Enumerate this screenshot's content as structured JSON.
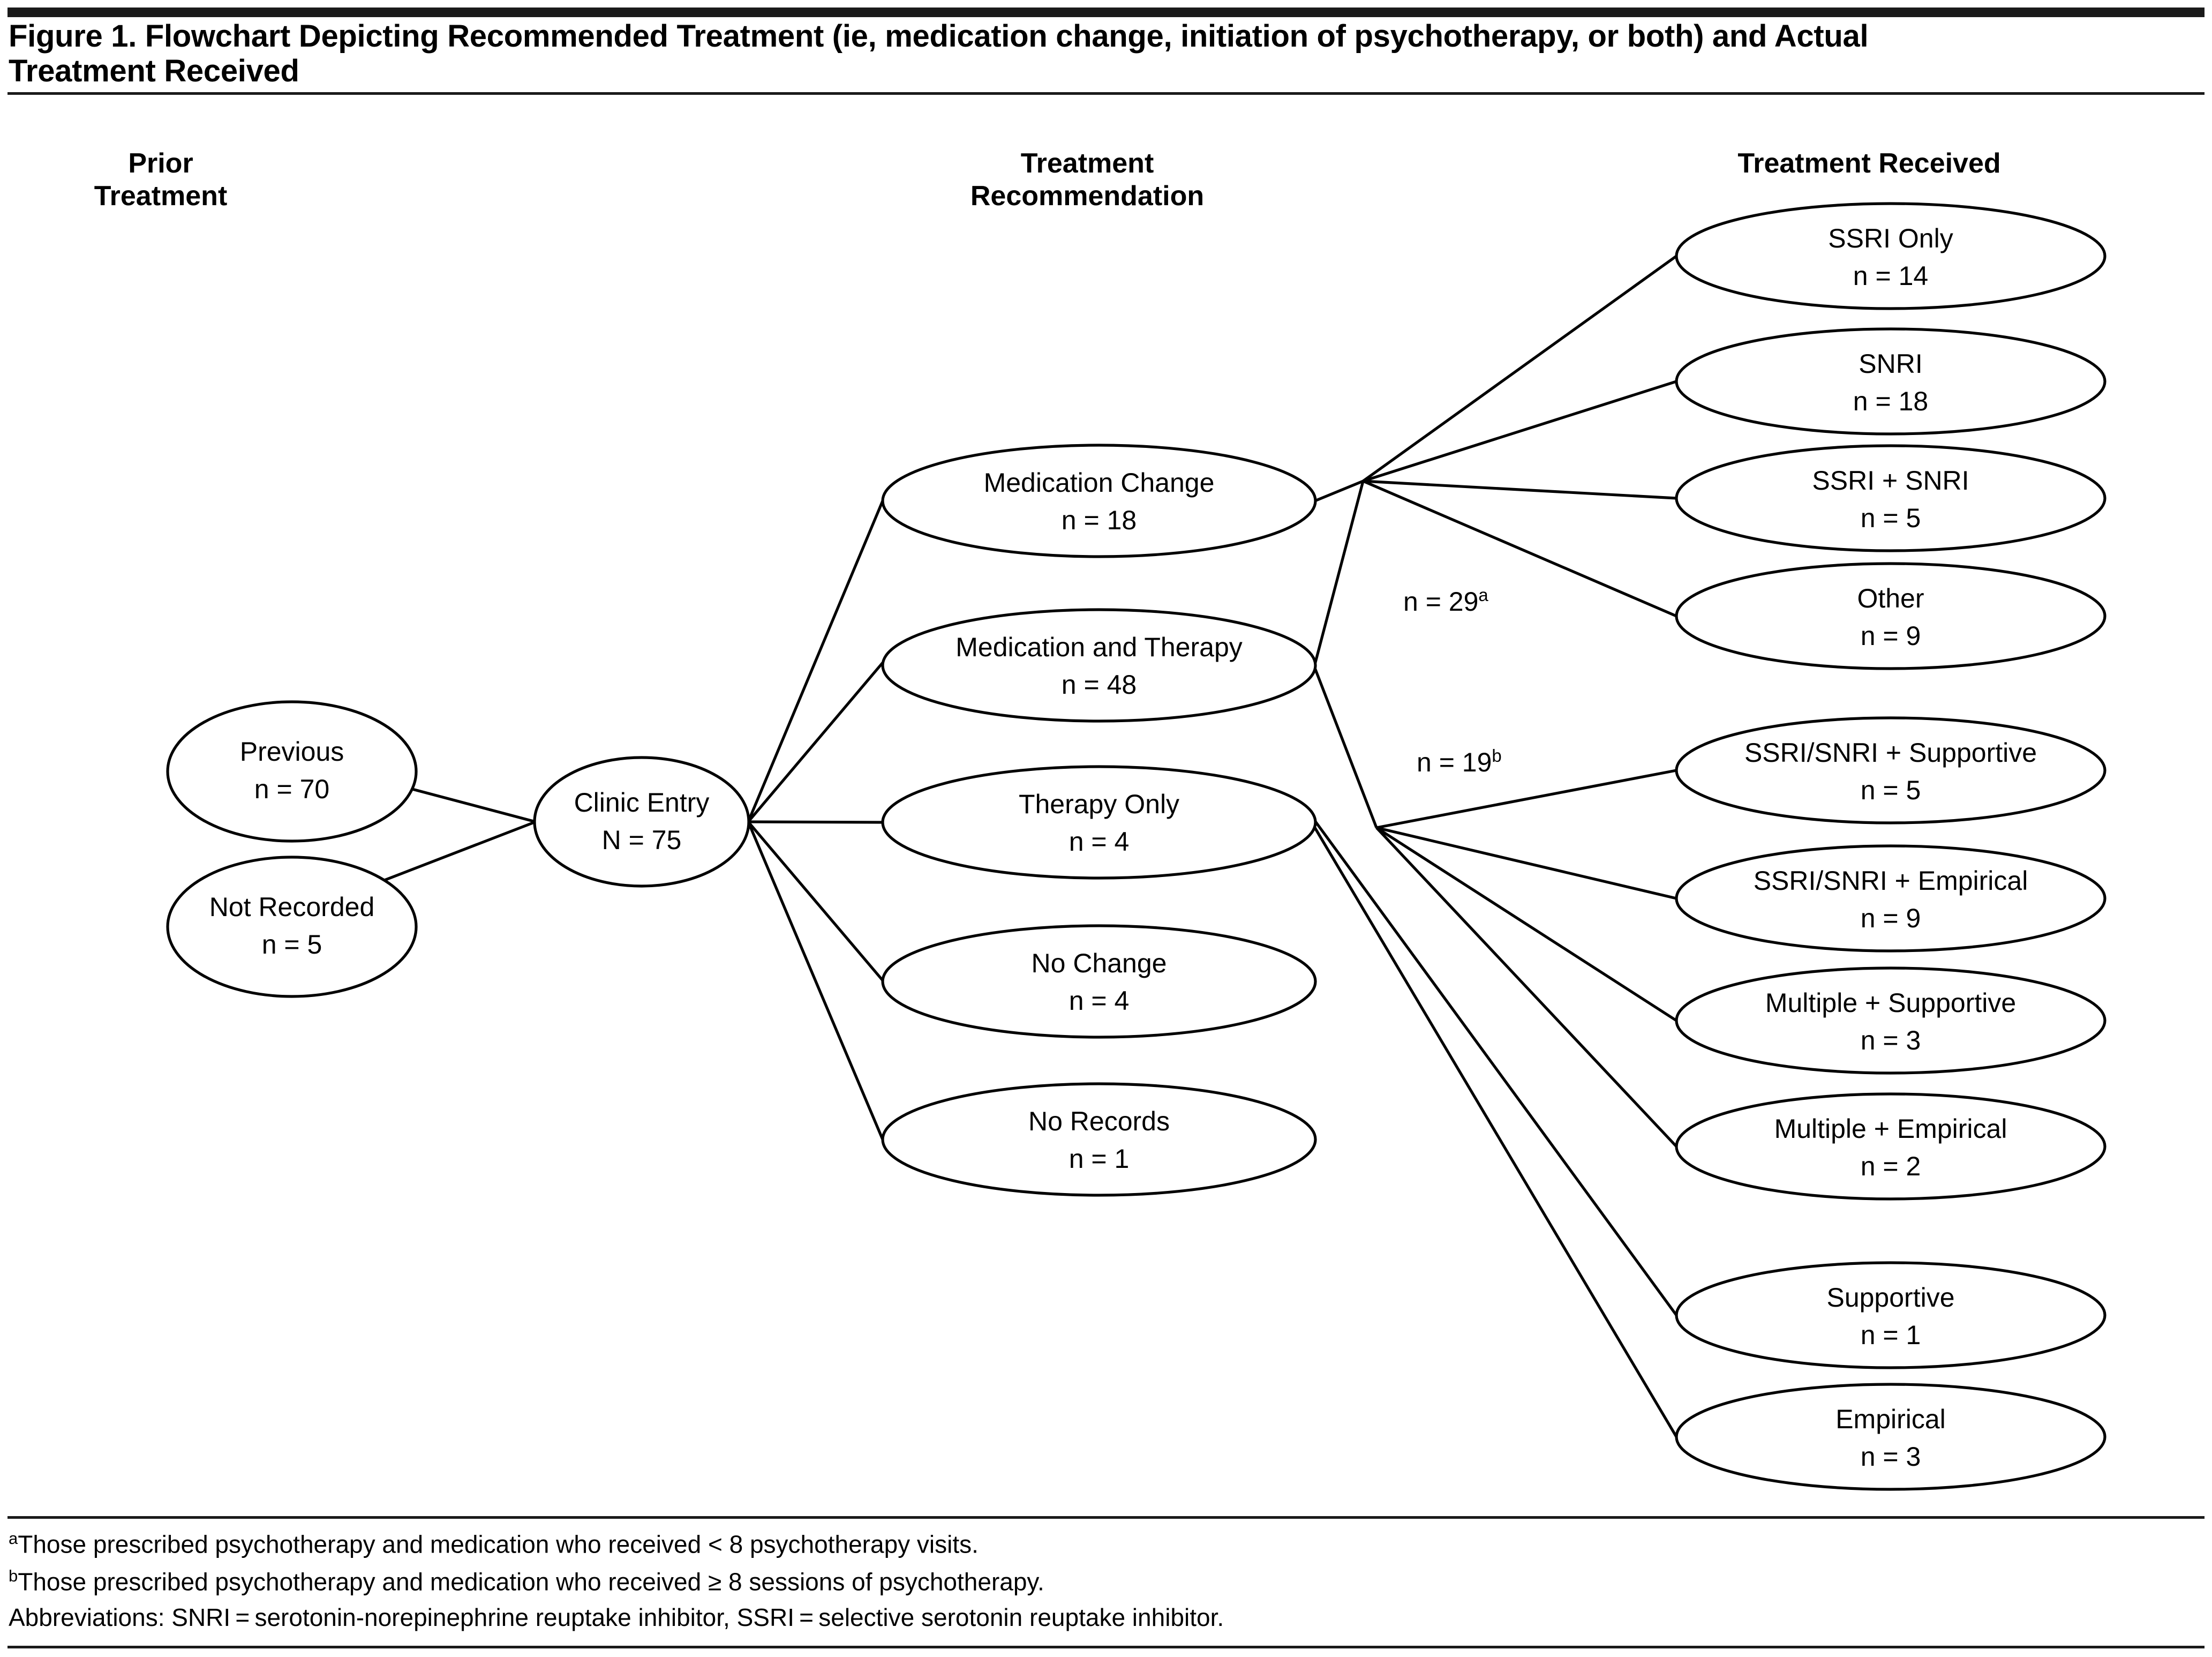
{
  "figure": {
    "title": "Figure 1. Flowchart Depicting Recommended Treatment (ie, medication change, initiation of psychotherapy, or both) and Actual Treatment Received"
  },
  "columns": {
    "prior": "Prior Treatment",
    "recommendation_line1": "Treatment",
    "recommendation_line2": "Recommendation",
    "received": "Treatment Received"
  },
  "chart_data": {
    "type": "diagram",
    "title": "Figure 1. Flowchart Depicting Recommended Treatment (ie, medication change, initiation of psychotherapy, or both) and Actual Treatment Received",
    "columns": [
      "Prior Treatment",
      "Treatment Recommendation",
      "Treatment Received"
    ],
    "nodes": [
      {
        "id": "previous",
        "label": "Previous",
        "count": "n = 70",
        "column": "Prior Treatment"
      },
      {
        "id": "not-recorded",
        "label": "Not Recorded",
        "count": "n = 5",
        "column": "Prior Treatment"
      },
      {
        "id": "clinic-entry",
        "label": "Clinic Entry",
        "count": "N = 75",
        "column": "Prior Treatment"
      },
      {
        "id": "med-change",
        "label": "Medication Change",
        "count": "n = 18",
        "column": "Treatment Recommendation"
      },
      {
        "id": "med-therapy",
        "label": "Medication and Therapy",
        "count": "n = 48",
        "column": "Treatment Recommendation"
      },
      {
        "id": "therapy-only",
        "label": "Therapy Only",
        "count": "n = 4",
        "column": "Treatment Recommendation"
      },
      {
        "id": "no-change",
        "label": "No Change",
        "count": "n = 4",
        "column": "Treatment Recommendation"
      },
      {
        "id": "no-records",
        "label": "No Records",
        "count": "n = 1",
        "column": "Treatment Recommendation"
      },
      {
        "id": "ssri-only",
        "label": "SSRI Only",
        "count": "n = 14",
        "column": "Treatment Received"
      },
      {
        "id": "snri",
        "label": "SNRI",
        "count": "n = 18",
        "column": "Treatment Received"
      },
      {
        "id": "ssri-snri",
        "label": "SSRI + SNRI",
        "count": "n = 5",
        "column": "Treatment Received"
      },
      {
        "id": "other",
        "label": "Other",
        "count": "n = 9",
        "column": "Treatment Received"
      },
      {
        "id": "ssnri-supp",
        "label": "SSRI/SNRI + Supportive",
        "count": "n = 5",
        "column": "Treatment Received"
      },
      {
        "id": "ssnri-emp",
        "label": "SSRI/SNRI + Empirical",
        "count": "n = 9",
        "column": "Treatment Received"
      },
      {
        "id": "mult-supp",
        "label": "Multiple + Supportive",
        "count": "n = 3",
        "column": "Treatment Received"
      },
      {
        "id": "mult-emp",
        "label": "Multiple + Empirical",
        "count": "n = 2",
        "column": "Treatment Received"
      },
      {
        "id": "supportive",
        "label": "Supportive",
        "count": "n = 1",
        "column": "Treatment Received"
      },
      {
        "id": "empirical",
        "label": "Empirical",
        "count": "n = 3",
        "column": "Treatment Received"
      }
    ],
    "edge_labels": [
      {
        "id": "n29",
        "text": "n = 29",
        "footnote_marker": "a"
      },
      {
        "id": "n19",
        "text": "n = 19",
        "footnote_marker": "b"
      }
    ],
    "edges": [
      {
        "from": "previous",
        "to": "clinic-entry"
      },
      {
        "from": "not-recorded",
        "to": "clinic-entry"
      },
      {
        "from": "clinic-entry",
        "to": "med-change"
      },
      {
        "from": "clinic-entry",
        "to": "med-therapy"
      },
      {
        "from": "clinic-entry",
        "to": "therapy-only"
      },
      {
        "from": "clinic-entry",
        "to": "no-change"
      },
      {
        "from": "clinic-entry",
        "to": "no-records"
      },
      {
        "from": "med-change",
        "to": "ssri-only"
      },
      {
        "from": "med-change",
        "to": "snri"
      },
      {
        "from": "med-change",
        "to": "ssri-snri"
      },
      {
        "from": "med-change",
        "to": "other"
      },
      {
        "from": "med-therapy",
        "to": "ssri-only",
        "label": "n = 29"
      },
      {
        "from": "med-therapy",
        "to": "ssnri-supp",
        "label": "n = 19"
      },
      {
        "from": "med-therapy",
        "to": "ssnri-emp"
      },
      {
        "from": "med-therapy",
        "to": "mult-supp"
      },
      {
        "from": "med-therapy",
        "to": "mult-emp"
      },
      {
        "from": "therapy-only",
        "to": "supportive"
      },
      {
        "from": "therapy-only",
        "to": "empirical"
      }
    ]
  },
  "footnotes": {
    "a_marker": "a",
    "a_text": "Those prescribed psychotherapy and medication who received < 8 psychotherapy visits.",
    "b_marker": "b",
    "b_text": "Those prescribed psychotherapy and medication who received ≥ 8 sessions of psychotherapy.",
    "abbrev": "Abbreviations: SNRI = serotonin-norepinephrine reuptake inhibitor, SSRI = selective serotonin reuptake inhibitor."
  }
}
